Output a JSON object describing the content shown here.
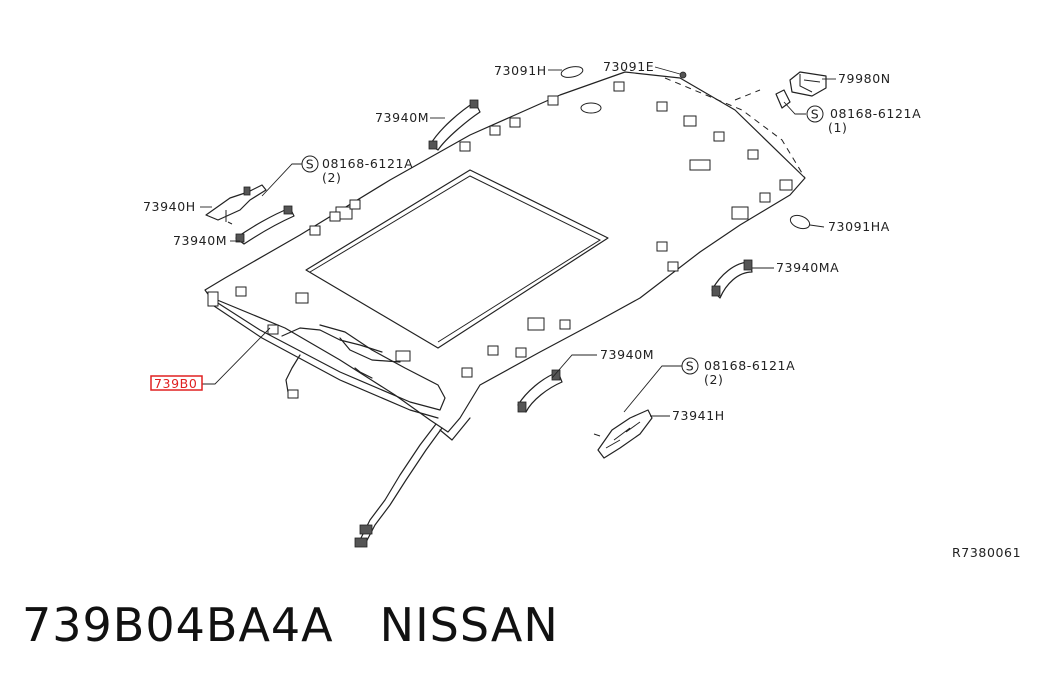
{
  "callouts": {
    "c73091H": "73091H",
    "c73091E": "73091E",
    "c79980N": "79980N",
    "c73940M_top": "73940M",
    "c08168_right": "08168-6121A",
    "c08168_right_qty": "(1)",
    "c08168_left": "08168-6121A",
    "c08168_left_qty": "(2)",
    "c73940H": "73940H",
    "c73940M_left": "73940M",
    "c73091HA": "73091HA",
    "c73940MA": "73940MA",
    "c739B0": "739B0",
    "c73940M_lower": "73940M",
    "c08168_lower": "08168-6121A",
    "c08168_lower_qty": "(2)",
    "c73941H": "73941H",
    "screw_symbol": "S"
  },
  "figure_code": "R7380061",
  "part_number": "739B04BA4A",
  "brand": "NISSAN",
  "highlight_color": "#e02020"
}
